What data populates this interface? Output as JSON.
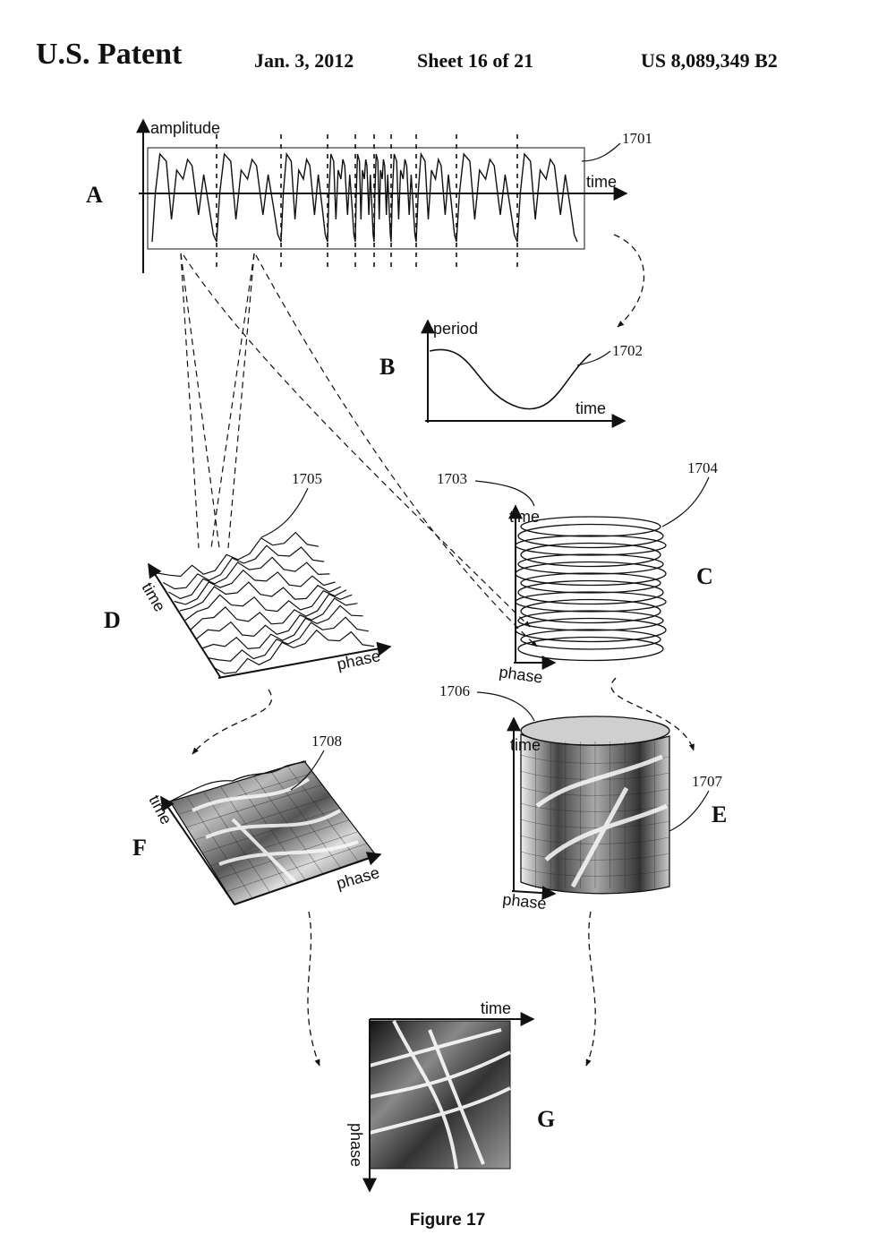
{
  "header": {
    "title": "U.S. Patent",
    "date": "Jan. 3, 2012",
    "sheet": "Sheet 16 of 21",
    "patent_number": "US 8,089,349 B2"
  },
  "panels": {
    "A": {
      "letter": "A",
      "y_label": "amplitude",
      "x_label": "time",
      "ref": "1701"
    },
    "B": {
      "letter": "B",
      "y_label": "period",
      "x_label": "time",
      "ref": "1702"
    },
    "C": {
      "letter": "C",
      "y_label": "time",
      "x_label": "phase",
      "ref_inner": "1703",
      "ref_outer": "1704"
    },
    "D": {
      "letter": "D",
      "y_label": "time",
      "x_label": "phase",
      "ref": "1705"
    },
    "E": {
      "letter": "E",
      "y_label": "time",
      "x_label": "phase",
      "ref_top": "1706",
      "ref_side": "1707"
    },
    "F": {
      "letter": "F",
      "y_label": "time",
      "x_label": "phase",
      "ref": "1708"
    },
    "G": {
      "letter": "G",
      "x_label": "time",
      "y_label": "phase"
    }
  },
  "caption": "Figure 17",
  "colors": {
    "ink": "#111111",
    "paper": "#ffffff"
  }
}
